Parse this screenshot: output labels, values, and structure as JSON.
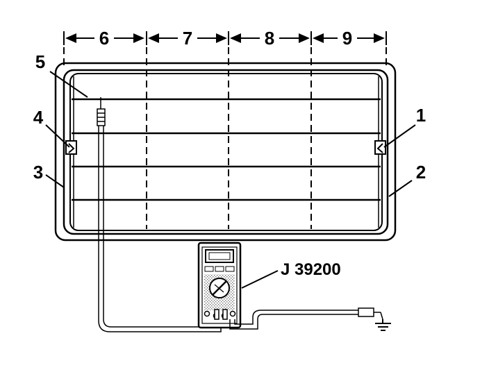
{
  "labels": {
    "callout_1": "1",
    "callout_2": "2",
    "callout_3": "3",
    "callout_4": "4",
    "callout_5": "5",
    "zone_6": "6",
    "zone_7": "7",
    "zone_8": "8",
    "zone_9": "9",
    "tool_id": "J 39200"
  }
}
